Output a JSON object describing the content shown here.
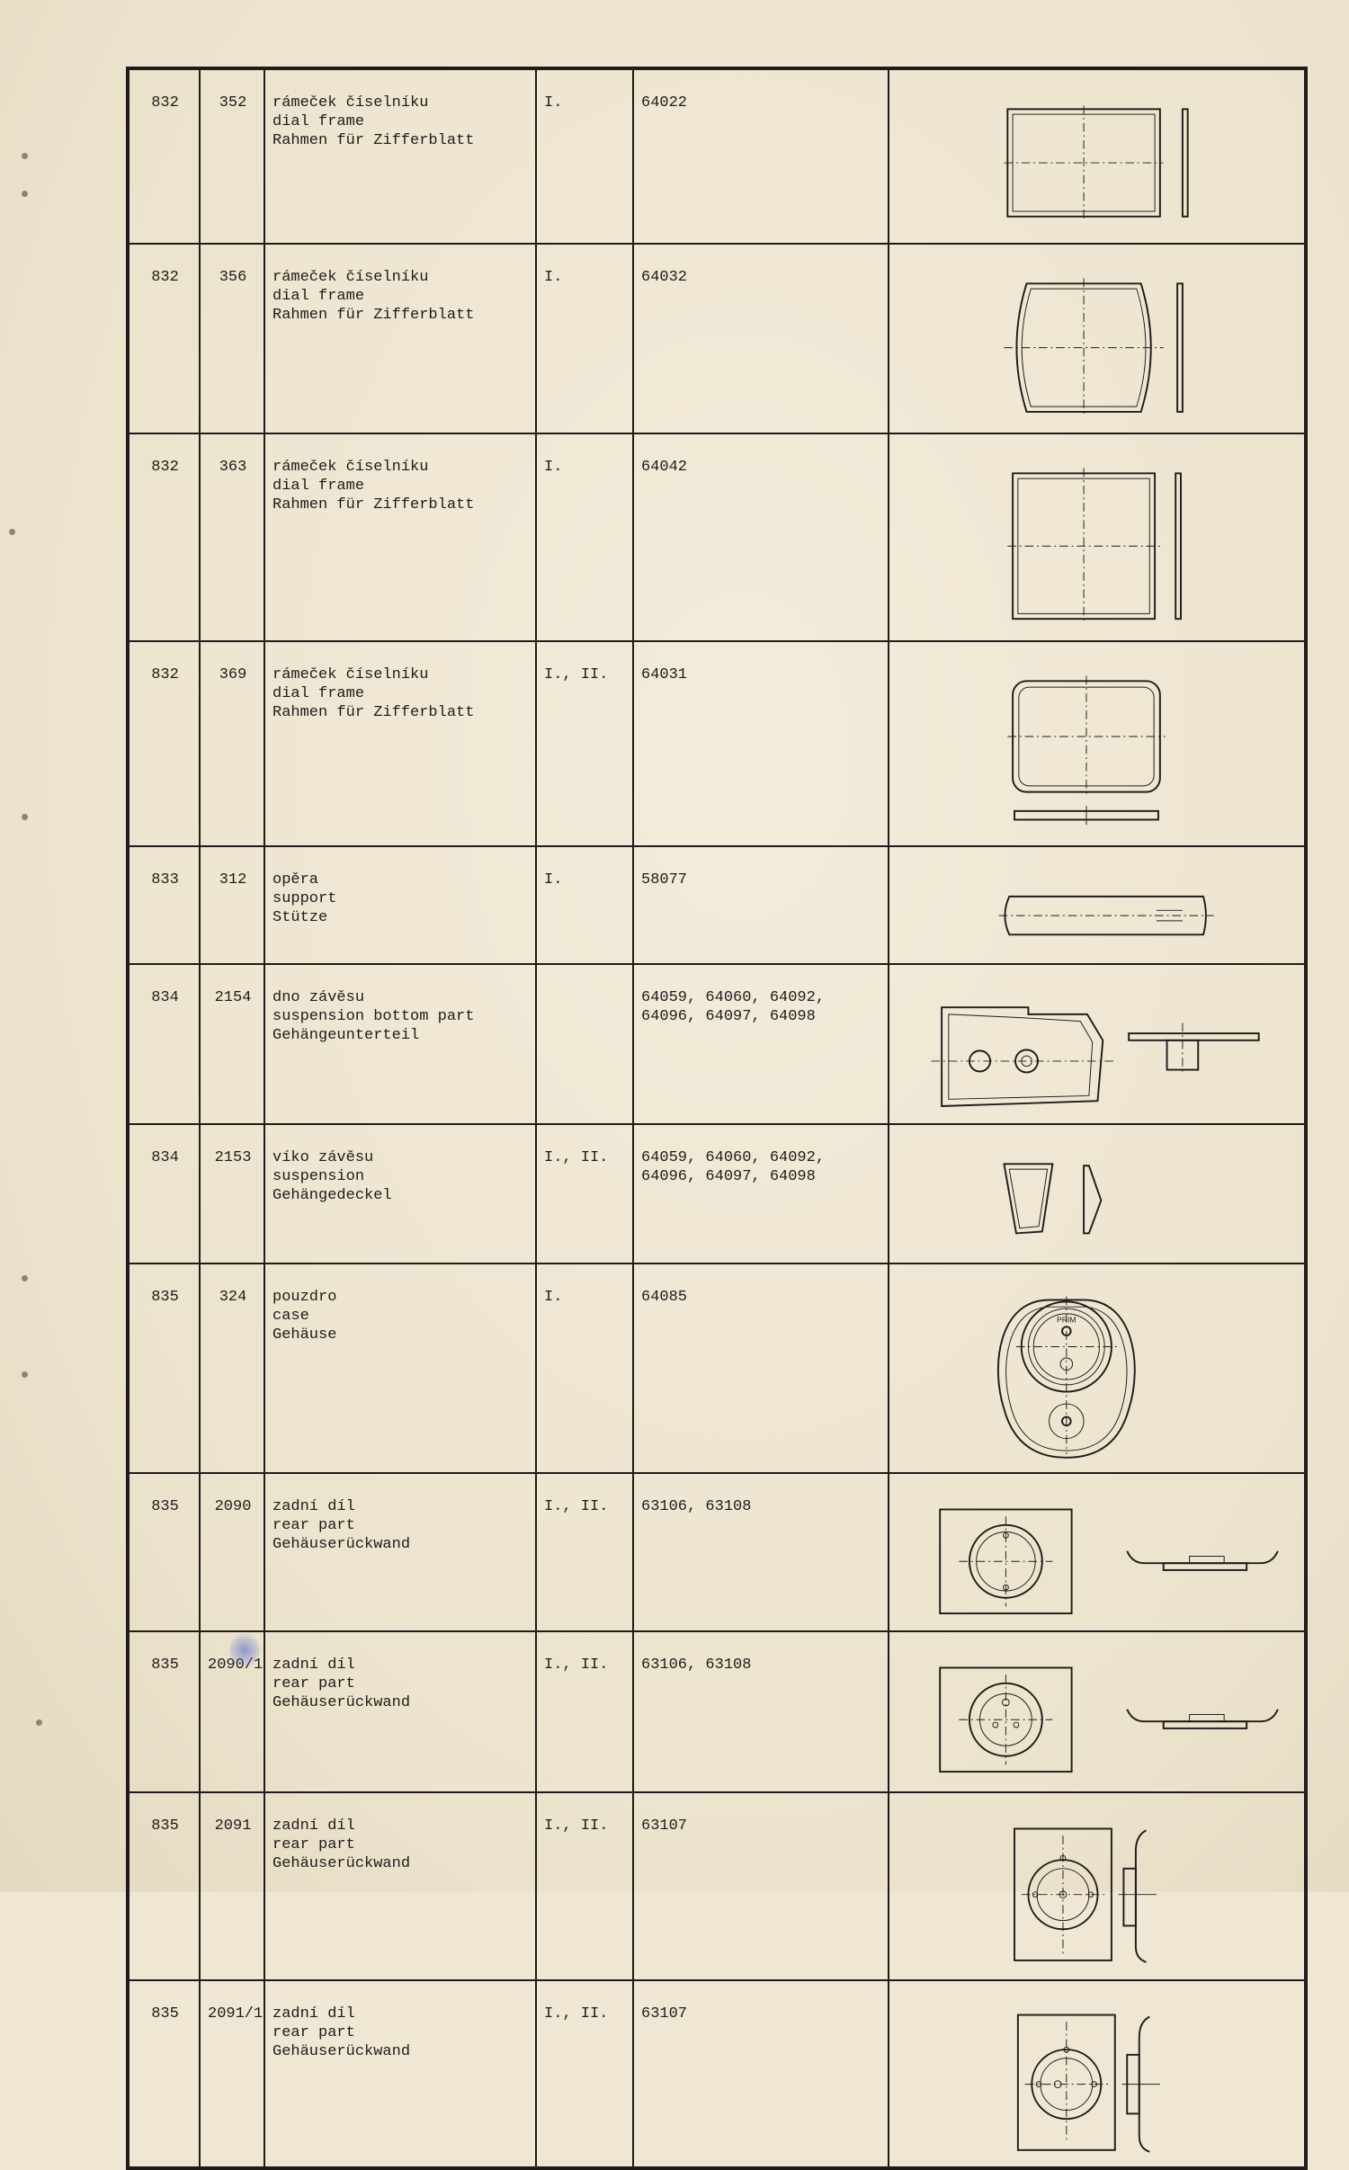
{
  "rows": [
    {
      "group": "832",
      "number": "352",
      "name_cz": "rámeček číselníku",
      "name_en": "dial frame",
      "name_de": "Rahmen für Zifferblatt",
      "version": "I.",
      "models": "64022",
      "drawing": "rect-frame-icon"
    },
    {
      "group": "832",
      "number": "356",
      "name_cz": "rámeček číselníku",
      "name_en": "dial frame",
      "name_de": "Rahmen für Zifferblatt",
      "version": "I.",
      "models": "64032",
      "drawing": "barrel-frame-icon"
    },
    {
      "group": "832",
      "number": "363",
      "name_cz": "rámeček číselníku",
      "name_en": "dial frame",
      "name_de": "Rahmen für Zifferblatt",
      "version": "I.",
      "models": "64042",
      "drawing": "square-frame-icon"
    },
    {
      "group": "832",
      "number": "369",
      "name_cz": "rámeček číselníku",
      "name_en": "dial frame",
      "name_de": "Rahmen für Zifferblatt",
      "version": "I., II.",
      "models": "64031",
      "drawing": "rounded-frame-icon"
    },
    {
      "group": "833",
      "number": "312",
      "name_cz": "opěra",
      "name_en": "support",
      "name_de": "Stütze",
      "version": "I.",
      "models": "58077",
      "drawing": "support-rod-icon"
    },
    {
      "group": "834",
      "number": "2154",
      "name_cz": "dno závěsu",
      "name_en": "suspension bottom part",
      "name_de": "Gehängeunterteil",
      "version": "",
      "models": "64059, 64060, 64092,\n64096, 64097, 64098",
      "drawing": "suspension-bottom-icon"
    },
    {
      "group": "834",
      "number": "2153",
      "name_cz": "víko závěsu",
      "name_en": "suspension",
      "name_de": "Gehängedeckel",
      "version": "I., II.",
      "models": "64059, 64060, 64092,\n64096, 64097, 64098",
      "drawing": "suspension-cover-icon"
    },
    {
      "group": "835",
      "number": "324",
      "name_cz": "pouzdro",
      "name_en": "case",
      "name_de": "Gehäuse",
      "version": "I.",
      "models": "64085",
      "drawing": "clock-case-icon"
    },
    {
      "group": "835",
      "number": "2090",
      "name_cz": "zadní díl",
      "name_en": "rear part",
      "name_de": "Gehäuserückwand",
      "version": "I., II.",
      "models": "63106, 63108",
      "drawing": "rear-part-landscape-icon"
    },
    {
      "group": "835",
      "number": "2090/1",
      "name_cz": "zadní díl",
      "name_en": "rear part",
      "name_de": "Gehäuserückwand",
      "version": "I., II.",
      "models": "63106, 63108",
      "drawing": "rear-part-landscape-icon"
    },
    {
      "group": "835",
      "number": "2091",
      "name_cz": "zadní díl",
      "name_en": "rear part",
      "name_de": "Gehäuserückwand",
      "version": "I., II.",
      "models": "63107",
      "drawing": "rear-part-portrait-icon"
    },
    {
      "group": "835",
      "number": "2091/1",
      "name_cz": "zadní díl",
      "name_en": "rear part",
      "name_de": "Gehäuserückwand",
      "version": "I., II.",
      "models": "63107",
      "drawing": "rear-part-portrait-icon"
    }
  ],
  "case_drawing_brand": "PRIM"
}
